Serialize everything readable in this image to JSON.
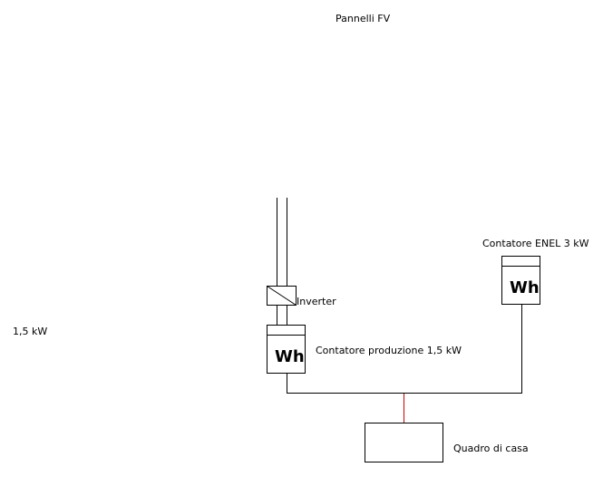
{
  "diagram": {
    "labels": {
      "panels": "Pannelli FV",
      "inverter": "Inverter",
      "production_meter": "Contatore produzione 1,5 kW",
      "enel_meter": "Contatore ENEL 3 kW",
      "house_panel": "Quadro di casa",
      "power_note": "1,5 kW"
    },
    "meter_symbol": "Wh",
    "colors": {
      "line": "#000000",
      "feed_line": "#cc0000"
    }
  }
}
